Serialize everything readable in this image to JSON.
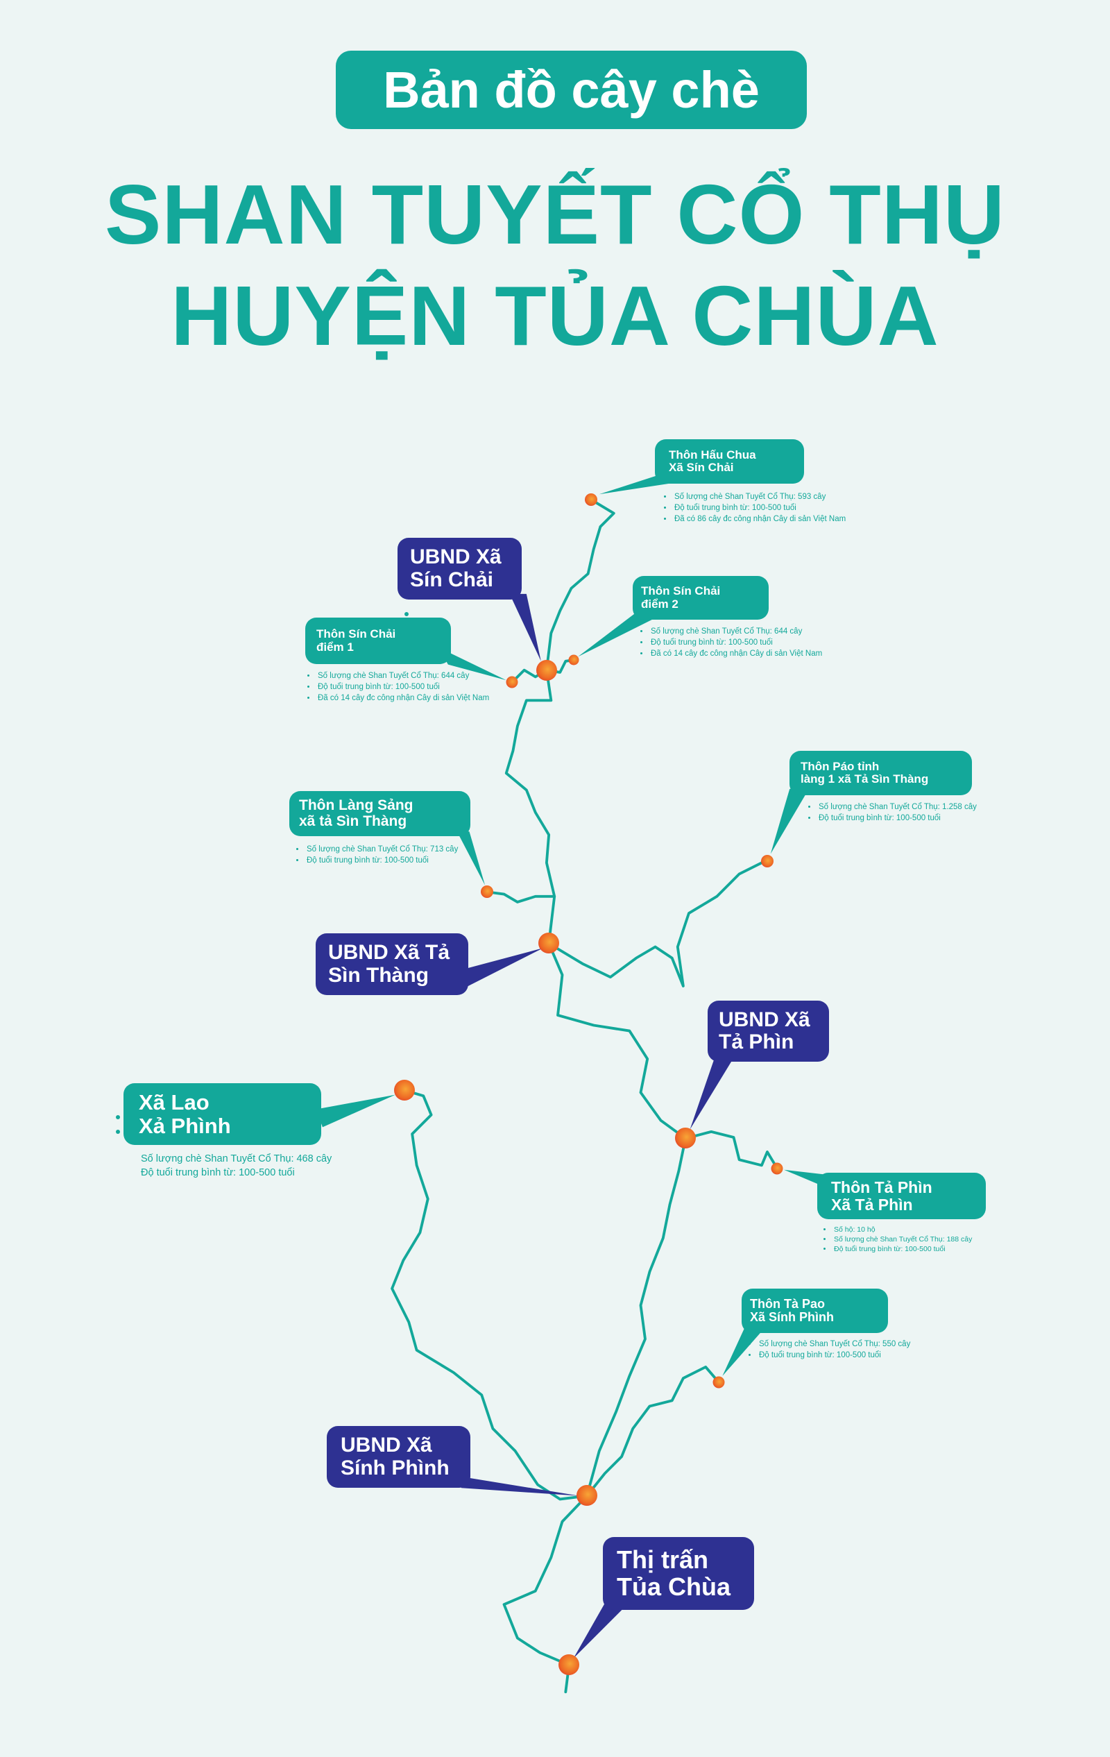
{
  "header": {
    "pill": "Bản đồ cây chè",
    "line1": "SHAN TUYẾT CỔ THỤ",
    "line2": "HUYỆN TỦA CHÙA"
  },
  "colors": {
    "teal": "#13a89a",
    "navy": "#2e3192",
    "background": "#edf5f4",
    "marker": "#ee6a25"
  },
  "locations": {
    "hau_chua": {
      "l1": "Thôn Hấu Chua",
      "l2": "Xã Sín Chải",
      "facts": [
        "Số lượng chè Shan Tuyết Cổ Thụ: 593 cây",
        "Độ tuổi trung bình từ: 100-500 tuổi",
        "Đã có 86 cây đc công nhận Cây di sản Việt Nam"
      ]
    },
    "ubnd_sin_chai": {
      "l1": "UBND Xã",
      "l2": "Sín Chải"
    },
    "sin_chai_2": {
      "l1": "Thôn Sín Chải",
      "l2": "điểm 2",
      "facts": [
        "Số lượng chè Shan Tuyết Cổ Thụ: 644 cây",
        "Độ tuổi trung bình từ: 100-500 tuổi",
        "Đã có 14 cây đc công nhận Cây di sản Việt Nam"
      ]
    },
    "sin_chai_1": {
      "l1": "Thôn Sín Chải",
      "l2": "điểm 1",
      "facts": [
        "Số lượng chè Shan Tuyết Cổ Thụ: 644 cây",
        "Độ tuổi trung bình từ: 100-500 tuổi",
        "Đã có 14 cây đc công nhận Cây di sản Việt Nam"
      ]
    },
    "lang_sang": {
      "l1": "Thôn Làng Sảng",
      "l2": "xã tả Sìn Thàng",
      "facts": [
        "Số lượng chè Shan Tuyết Cổ Thụ: 713 cây",
        "Độ tuổi trung bình từ: 100-500 tuổi"
      ]
    },
    "pao_tinh": {
      "l1": "Thôn Páo tỉnh",
      "l2": "làng 1 xã Tả Sìn Thàng",
      "facts": [
        "Số lượng chè Shan Tuyết Cổ Thụ: 1.258 cây",
        "Độ tuổi trung bình từ: 100-500 tuổi"
      ]
    },
    "ubnd_ta_sin_thang": {
      "l1": "UBND Xã Tả",
      "l2": "Sìn Thàng"
    },
    "ubnd_ta_phin": {
      "l1": "UBND Xã",
      "l2": "Tả Phìn"
    },
    "thon_ta_phin": {
      "l1": "Thôn Tả Phìn",
      "l2": "Xã Tả Phìn",
      "facts": [
        "Số hộ: 10 hộ",
        "Số lượng chè Shan Tuyết Cổ Thụ: 188 cây",
        "Độ tuổi trung bình từ: 100-500 tuổi"
      ]
    },
    "lao_xa_phinh": {
      "l1": "Xã Lao",
      "l2": "Xả Phình",
      "facts": [
        "Số lượng chè Shan Tuyết Cổ Thụ: 468 cây",
        "Độ tuổi trung bình từ: 100-500 tuổi"
      ]
    },
    "ta_pao": {
      "l1": "Thôn Tà Pao",
      "l2": "Xã Sính Phình",
      "facts": [
        "Số lượng chè Shan Tuyết Cổ Thụ: 550 cây",
        "Độ tuổi trung bình từ: 100-500 tuổi"
      ]
    },
    "ubnd_sinh_phinh": {
      "l1": "UBND Xã",
      "l2": "Sính Phình"
    },
    "tua_chua": {
      "l1": "Thị trấn",
      "l2": "Tủa Chùa"
    }
  }
}
